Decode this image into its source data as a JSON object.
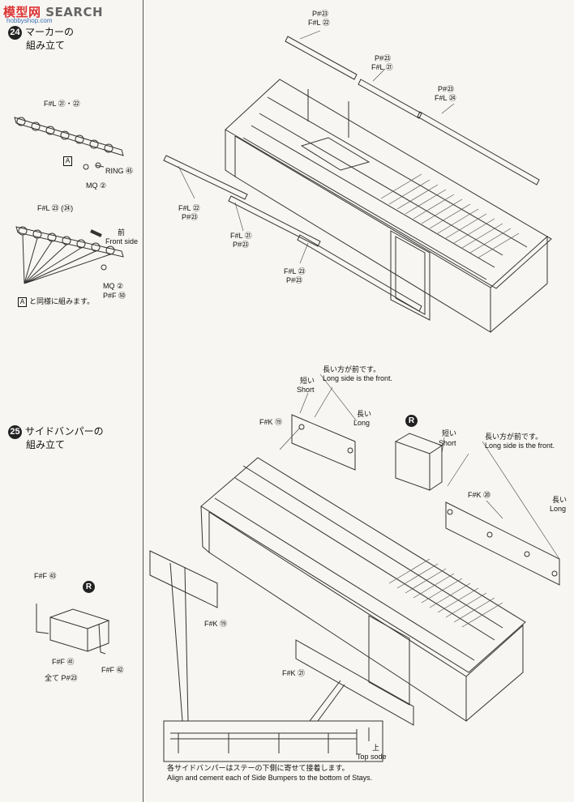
{
  "watermark": {
    "brand_cn": "模型网",
    "brand_en": "SEARCH",
    "url": "hobbyshop.com"
  },
  "steps": [
    {
      "number": "24",
      "title_line1": "マーカーの",
      "title_line2": "組み立て"
    },
    {
      "number": "25",
      "title_line1": "サイドバンパーの",
      "title_line2": "組み立て"
    }
  ],
  "step24_labels": {
    "fl_21_22": "F#L ㉑・㉒",
    "box_a": "A",
    "ring": "RING ㊺",
    "mq_1": "MQ ②",
    "fl_23_24": "F#L ㉓ (㉔)",
    "front_jp": "前",
    "front_en": "Front side",
    "mq_2": "MQ ②",
    "pf_50": "P#F ㊿",
    "same_as_a": "と同様に組みます。"
  },
  "upper_labels": {
    "ph23_top": "P#㉓",
    "fl22_top": "F#L ㉒",
    "ph23_mid": "P#㉓",
    "fl21_mid": "F#L ㉑",
    "ph23_right": "P#㉓",
    "fl24_right": "F#L ㉔",
    "fl22_left": "F#L ㉒",
    "ph23_left": "P#㉓",
    "fl21_lower": "F#L ㉑",
    "ph23_lower": "P#㉓",
    "fl23_bottom": "F#L ㉓",
    "ph23_bottom": "P#㉓"
  },
  "step25_labels": {
    "ff43": "F#F ㊸",
    "r_mark": "R",
    "ff41": "F#F ㊶",
    "ff42": "F#F ㊷",
    "all_ph23": "全て P#㉓"
  },
  "lower_labels": {
    "short_jp_1": "短い",
    "short_en_1": "Short",
    "long_front_jp_1": "長い方が前です。",
    "long_front_en_1": "Long side is the front.",
    "long_jp_1": "長い",
    "long_en_1": "Long",
    "fk19_top": "F#K ⑲",
    "r_mark": "R",
    "short_jp_2": "短い",
    "short_en_2": "Short",
    "long_front_jp_2": "長い方が前です。",
    "long_front_en_2": "Long side is the front.",
    "fk20": "F#K ⑳",
    "long_jp_2": "長い",
    "long_en_2": "Long",
    "fk19_bottom": "F#K ⑲",
    "fk21": "F#K ㉑",
    "top_jp": "上",
    "top_en": "Top sode"
  },
  "note": {
    "jp": "各サイドバンパーはステーの下側に寄せて接着します。",
    "en": "Align and cement each of Side Bumpers to the bottom of Stays."
  }
}
